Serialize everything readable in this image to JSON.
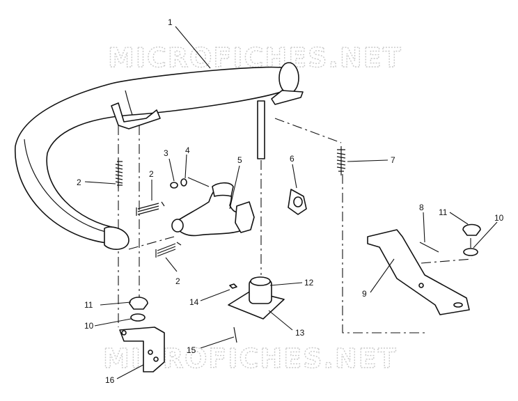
{
  "watermark": "MICROFICHES.NET",
  "callouts": [
    "1",
    "2",
    "2",
    "2",
    "3",
    "4",
    "5",
    "6",
    "7",
    "8",
    "9",
    "10",
    "10",
    "11",
    "11",
    "12",
    "13",
    "14",
    "15",
    "16"
  ]
}
